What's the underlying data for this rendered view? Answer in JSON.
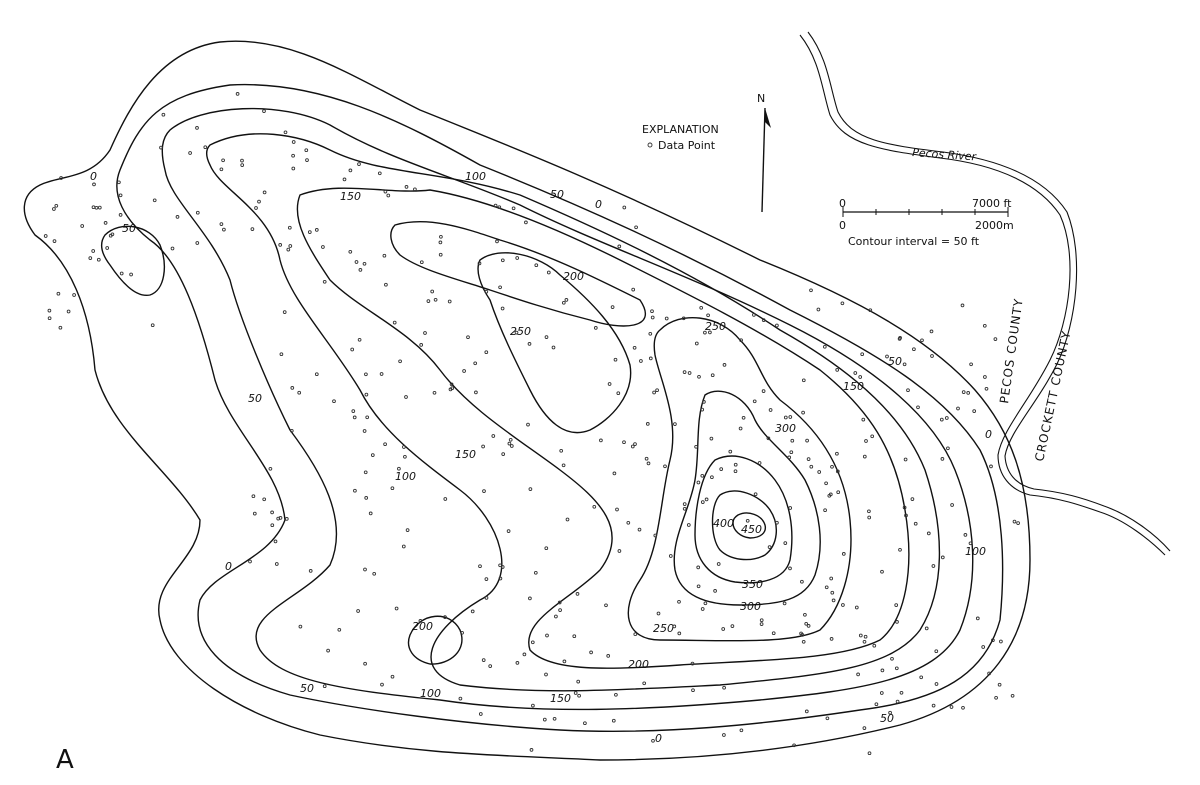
{
  "figure": {
    "panel_letter": "A"
  },
  "legend": {
    "title": "EXPLANATION",
    "data_point_label": "Data Point"
  },
  "north_arrow": {
    "label": "N"
  },
  "scale_bar": {
    "left_zero_top": "0",
    "right_top": "7000 ft",
    "left_zero_bottom": "0",
    "right_bottom": "2000m",
    "contour_interval": "Contour interval = 50 ft"
  },
  "features": {
    "river": "Pecos River",
    "county_left": "PECOS COUNTY",
    "county_right": "CROCKETT COUNTY"
  },
  "contour_labels": {
    "c0_a": "0",
    "c0_b": "0",
    "c0_c": "0",
    "c0_d": "0",
    "c0_e": "0",
    "c50_a": "50",
    "c50_b": "50",
    "c50_c": "50",
    "c50_d": "50",
    "c50_e": "50",
    "c50_f": "50",
    "c100_a": "100",
    "c100_b": "100",
    "c100_c": "100",
    "c100_d": "100",
    "c150_a": "150",
    "c150_b": "150",
    "c150_c": "150",
    "c150_d": "150",
    "c200_a": "200",
    "c200_b": "200",
    "c200_c": "200",
    "c250_a": "250",
    "c250_b": "250",
    "c250_c": "250",
    "c300_a": "300",
    "c300_b": "300",
    "c350": "350",
    "c400": "400",
    "c450": "450"
  }
}
